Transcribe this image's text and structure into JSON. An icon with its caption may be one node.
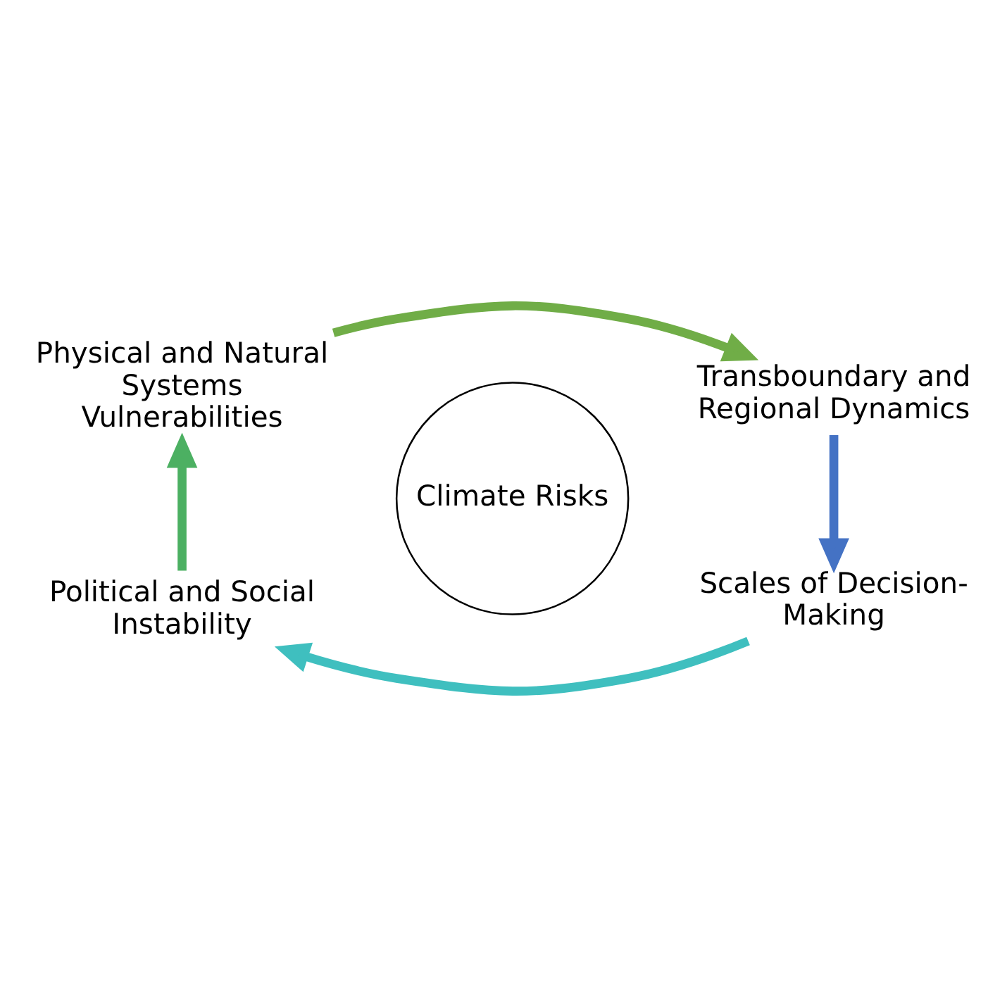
{
  "diagram": {
    "nodes": [
      {
        "text": [
          "Physical and Natural Systems Vulnerabilities"
        ]
      },
      {
        "text": [
          "Transboundary and Regional Dynamics"
        ]
      },
      {
        "text": [
          "Climate Risks"
        ]
      },
      {
        "text": [
          "Political and Social Instability"
        ]
      },
      {
        "text": [
          "Scales of Decision-Making"
        ]
      }
    ],
    "edges": [
      {
        "from": 0,
        "to": 1,
        "arrow": "to",
        "color": "#70ad47"
      },
      {
        "from": 1,
        "to": 4,
        "arrow": "to",
        "color": "#4472c4"
      },
      {
        "from": 4,
        "to": 3,
        "arrow": "to",
        "color": "#3fbfbf"
      },
      {
        "from": 3,
        "to": 0,
        "arrow": "to",
        "color": "#4cb062"
      }
    ]
  }
}
